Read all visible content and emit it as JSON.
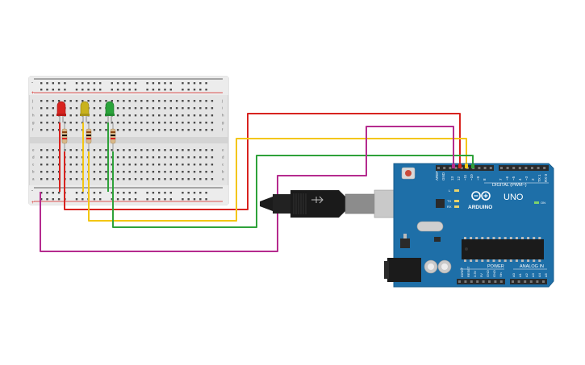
{
  "board": {
    "brand": "ARDUINO",
    "model": "UNO",
    "digital_label": "DIGITAL (PWM~)",
    "analog_label": "ANALOG IN",
    "power_label": "POWER",
    "on_label": "ON",
    "tx_label": "TX",
    "rx_label": "RX",
    "l_label": "L",
    "aref_label": "AREF",
    "gnd_label": "GND",
    "pin13_label": "13",
    "pin12_label": "12",
    "pin11_label": "~11",
    "pin10_label": "~10",
    "pin9_label": "~9",
    "pin8_label": "8",
    "pin7_label": "7",
    "pin6_label": "~6",
    "pin5_label": "~5",
    "pin4_label": "4",
    "pin3_label": "~3",
    "pin2_label": "2",
    "pin1_label": "TX 1",
    "pin0_label": "RX 0",
    "ioref_label": "IOREF",
    "reset_label": "RESET",
    "v33_label": "3.3V",
    "v5_label": "5V",
    "gnd1_label": "GND",
    "gnd2_label": "GND",
    "vin_label": "Vin",
    "a0_label": "A0",
    "a1_label": "A1",
    "a2_label": "A2",
    "a3_label": "A3",
    "a4_label": "A4",
    "a5_label": "A5"
  },
  "breadboard": {
    "plus_label": "+",
    "minus_label": "-",
    "rows_top": [
      "j",
      "i",
      "h",
      "g",
      "f"
    ],
    "rows_bottom": [
      "e",
      "d",
      "c",
      "b",
      "a"
    ]
  },
  "colors": {
    "board": "#1e6fa8",
    "breadboard": "#e6e6e6",
    "wire_red": "#d8231f",
    "wire_yellow": "#f3c613",
    "wire_green": "#2ea23a",
    "wire_magenta": "#b52b8e",
    "led_red": "#d8231f",
    "led_yellow": "#c9b21c",
    "led_green": "#2aa33a"
  }
}
